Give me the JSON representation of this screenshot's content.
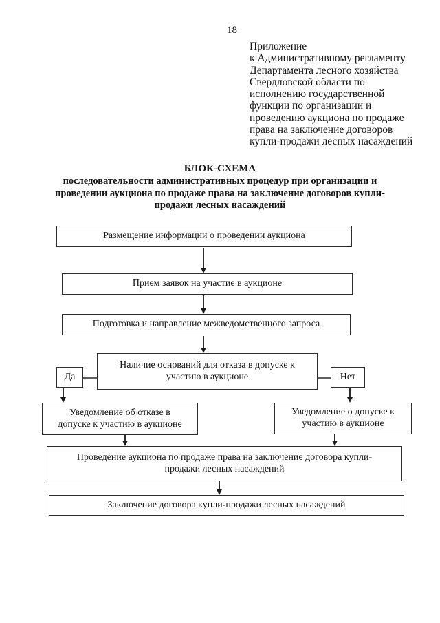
{
  "page": {
    "number": "18"
  },
  "appendix": {
    "text": "Приложение\nк Административному регламенту\nДепартамента лесного хозяйства\nСвердловской области по\nисполнению государственной\nфункции по организации и\nпроведению аукциона по продаже\nправа на заключение договоров\nкупли-продажи лесных насаждений"
  },
  "title": {
    "heading": "БЛОК-СХЕМА",
    "subtitle": "последовательности административных процедур при организации и\nпроведении аукциона по продаже права на заключение договоров купли-\nпродажи лесных насаждений"
  },
  "flowchart": {
    "steps": {
      "publish_info": "Размещение информации о проведении аукциона",
      "applications": "Прием заявок на участие в аукционе",
      "interagency_request": "Подготовка и направление межведомственного запроса",
      "decision": "Наличие оснований для отказа в допуске к\nучастию в аукционе",
      "yes_label": "Да",
      "no_label": "Нет",
      "refusal_notice": "Уведомление об отказе в\nдопуске к участию в аукционе",
      "admission_notice": "Уведомление о допуске к\nучастию в аукционе",
      "auction": "Проведение аукциона по продаже права на заключение договора купли-\nпродажи лесных насаждений",
      "contract": "Заключение договора купли-продажи лесных насаждений"
    }
  }
}
